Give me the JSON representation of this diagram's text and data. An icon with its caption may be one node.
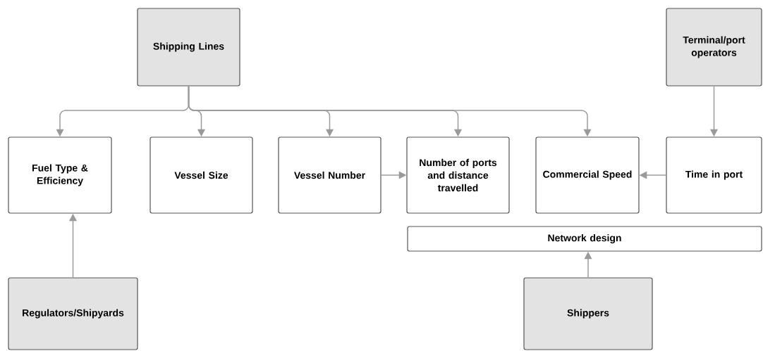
{
  "diagram": {
    "nodes": [
      {
        "text": [
          "Shipping Lines"
        ]
      },
      {
        "text": [
          "Terminal/port operators"
        ]
      },
      {
        "text": [
          "Fuel Type & Efficiency"
        ]
      },
      {
        "text": [
          "Vessel Size"
        ]
      },
      {
        "text": [
          "Vessel Number"
        ]
      },
      {
        "text": [
          "Number of ports and distance travelled"
        ]
      },
      {
        "text": [
          "Commercial Speed"
        ]
      },
      {
        "text": [
          "Time in port"
        ]
      },
      {
        "text": [
          "Network design"
        ]
      },
      {
        "text": [
          "Regulators/Shipyards"
        ]
      },
      {
        "text": [
          "Shippers"
        ]
      }
    ],
    "edges": [
      {
        "from": 0,
        "to": 2,
        "arrow": "to"
      },
      {
        "from": 0,
        "to": 3,
        "arrow": "to"
      },
      {
        "from": 0,
        "to": 4,
        "arrow": "to"
      },
      {
        "from": 0,
        "to": 5,
        "arrow": "to"
      },
      {
        "from": 0,
        "to": 6,
        "arrow": "to"
      },
      {
        "from": 1,
        "to": 7,
        "arrow": "to"
      },
      {
        "from": 4,
        "to": 5,
        "arrow": "to"
      },
      {
        "from": 7,
        "to": 6,
        "arrow": "to"
      },
      {
        "from": 9,
        "to": 2,
        "arrow": "to"
      },
      {
        "from": 10,
        "to": 8,
        "arrow": "to"
      }
    ]
  }
}
